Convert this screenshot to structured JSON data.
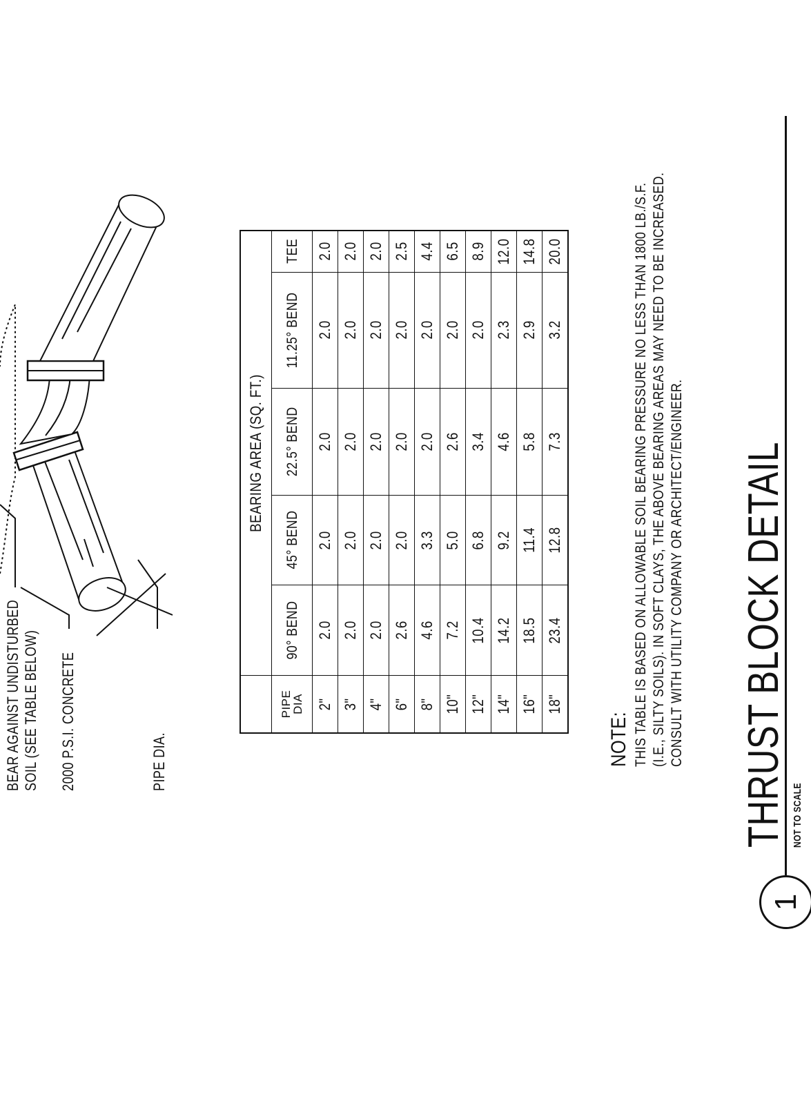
{
  "callouts": {
    "bear_line1": "BEAR AGAINST UNDISTURBED",
    "bear_line2": "SOIL (SEE TABLE BELOW)",
    "concrete": "2000 P.S.I. CONCRETE",
    "pipe_dia": "PIPE DIA."
  },
  "table": {
    "title": "BEARING AREA  (SQ. FT.)",
    "pipe_header_line1": "PIPE",
    "pipe_header_line2": "DIA",
    "columns": [
      "90° BEND",
      "45° BEND",
      "22.5° BEND",
      "11.25° BEND",
      "TEE"
    ],
    "rows": [
      {
        "dia": "2\"",
        "values": [
          "2.0",
          "2.0",
          "2.0",
          "2.0",
          "2.0"
        ]
      },
      {
        "dia": "3\"",
        "values": [
          "2.0",
          "2.0",
          "2.0",
          "2.0",
          "2.0"
        ]
      },
      {
        "dia": "4\"",
        "values": [
          "2.0",
          "2.0",
          "2.0",
          "2.0",
          "2.0"
        ]
      },
      {
        "dia": "6\"",
        "values": [
          "2.6",
          "2.0",
          "2.0",
          "2.0",
          "2.5"
        ]
      },
      {
        "dia": "8\"",
        "values": [
          "4.6",
          "3.3",
          "2.0",
          "2.0",
          "4.4"
        ]
      },
      {
        "dia": "10\"",
        "values": [
          "7.2",
          "5.0",
          "2.6",
          "2.0",
          "6.5"
        ]
      },
      {
        "dia": "12\"",
        "values": [
          "10.4",
          "6.8",
          "3.4",
          "2.0",
          "8.9"
        ]
      },
      {
        "dia": "14\"",
        "values": [
          "14.2",
          "9.2",
          "4.6",
          "2.3",
          "12.0"
        ]
      },
      {
        "dia": "16\"",
        "values": [
          "18.5",
          "11.4",
          "5.8",
          "2.9",
          "14.8"
        ]
      },
      {
        "dia": "18\"",
        "values": [
          "23.4",
          "12.8",
          "7.3",
          "3.2",
          "20.0"
        ]
      }
    ]
  },
  "note": {
    "title": "NOTE:",
    "lines": [
      "THIS TABLE IS BASED ON ALLOWABLE SOIL BEARING PRESSURE NO LESS THAN 1800 LB./S.F.",
      "(i.e., SILTY SOILS).  IN SOFT CLAYS, THE ABOVE BEARING AREAS MAY NEED TO BE INCREASED.",
      "CONSULT WITH UTILITY COMPANY OR ARCHITECT/ENGINEER."
    ]
  },
  "title_block": {
    "detail_number": "1",
    "title": "THRUST BLOCK DETAIL",
    "scale": "NOT TO SCALE"
  },
  "colors": {
    "ink": "#111111",
    "paper": "#ffffff"
  }
}
